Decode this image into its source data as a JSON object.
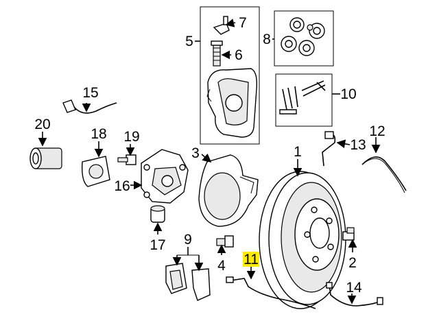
{
  "diagram": {
    "callouts": {
      "c1": "1",
      "c2": "2",
      "c3": "3",
      "c4": "4",
      "c5": "5",
      "c6": "6",
      "c7": "7",
      "c8": "8",
      "c9": "9",
      "c10": "10",
      "c11": "11",
      "c12": "12",
      "c13": "13",
      "c14": "14",
      "c15": "15",
      "c16": "16",
      "c17": "17",
      "c18": "18",
      "c19": "19",
      "c20": "20"
    },
    "highlighted_callout": "11",
    "highlight_color": "#ffeb00"
  }
}
